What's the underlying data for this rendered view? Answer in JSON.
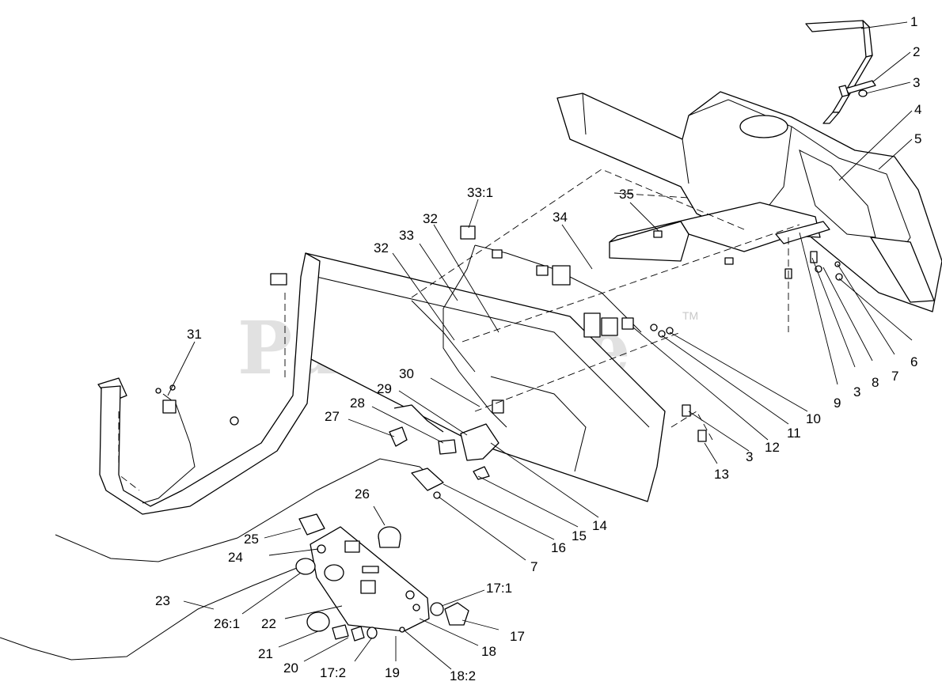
{
  "watermark": {
    "text": "PartsTree",
    "trademark": "TM"
  },
  "callouts": {
    "c1": "1",
    "c2": "2",
    "c3a": "3",
    "c4": "4",
    "c5": "5",
    "c6": "6",
    "c7a": "7",
    "c8": "8",
    "c3b": "3",
    "c9": "9",
    "c10": "10",
    "c11": "11",
    "c12": "12",
    "c3c": "3",
    "c13": "13",
    "c14": "14",
    "c15": "15",
    "c16": "16",
    "c7b": "7",
    "c17_1": "17:1",
    "c17": "17",
    "c18": "18",
    "c18_2": "18:2",
    "c19": "19",
    "c17_2": "17:2",
    "c20": "20",
    "c21": "21",
    "c22": "22",
    "c26_1": "26:1",
    "c23": "23",
    "c24": "24",
    "c25": "25",
    "c26": "26",
    "c27": "27",
    "c28": "28",
    "c29": "29",
    "c30": "30",
    "c31": "31",
    "c32a": "32",
    "c33": "33",
    "c32b": "32",
    "c33_1": "33:1",
    "c34": "34",
    "c35": "35"
  }
}
